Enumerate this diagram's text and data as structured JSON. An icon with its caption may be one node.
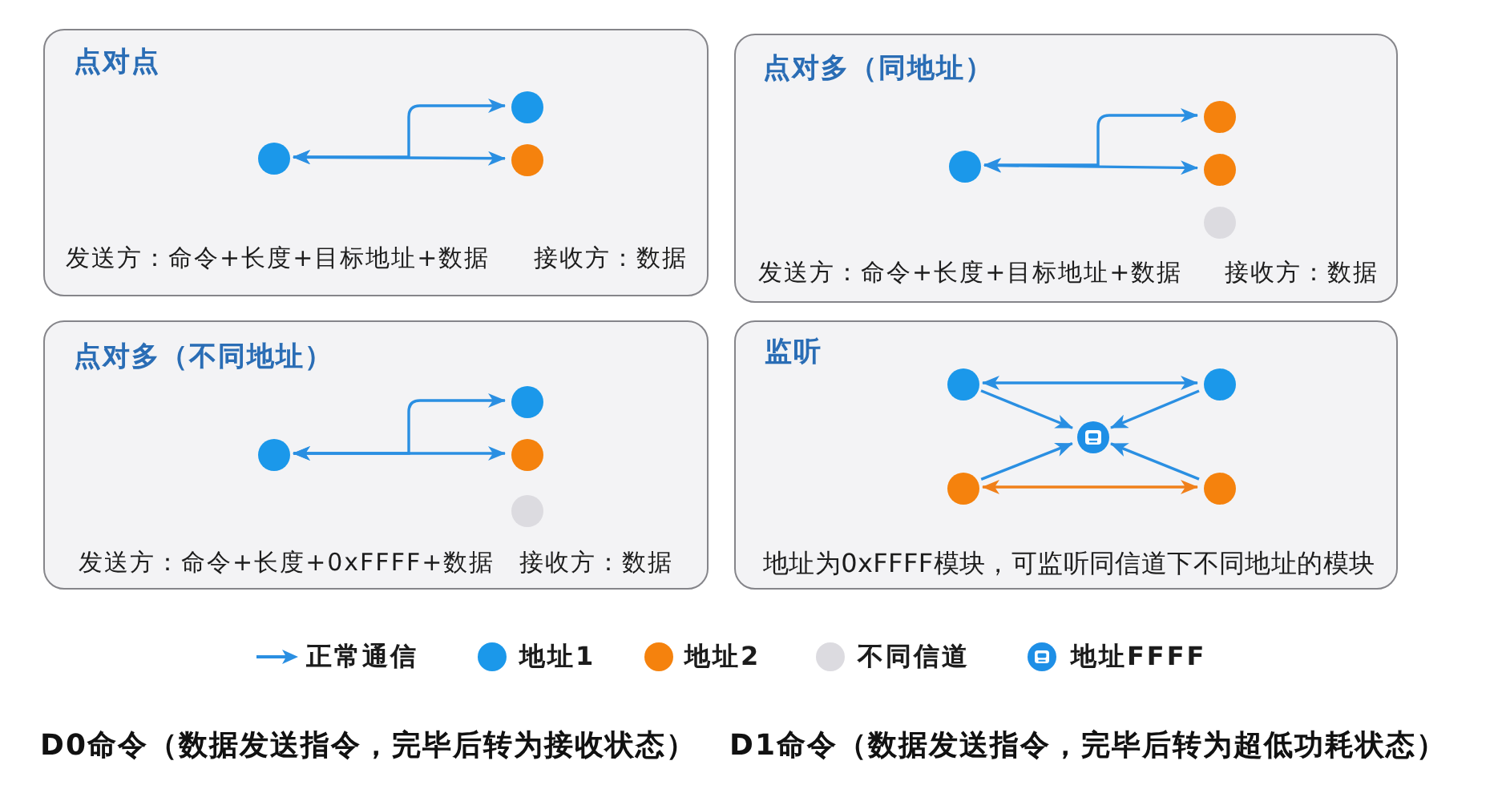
{
  "diagram": {
    "nodes": [
      {
        "text": [
          "点对点",
          "发送方：命令+长度+目标地址+数据",
          "接收方：数据"
        ]
      },
      {
        "text": [],
        "shape": "circle",
        "in": 0
      },
      {
        "text": [],
        "shape": "circle",
        "in": 0
      },
      {
        "text": [],
        "shape": "circle",
        "in": 0
      },
      {
        "text": [
          "点对多（同地址）",
          "发送方：命令+长度+目标地址+数据",
          "接收方：数据"
        ]
      },
      {
        "text": [],
        "shape": "circle",
        "in": 4
      },
      {
        "text": [],
        "shape": "circle",
        "in": 4
      },
      {
        "text": [],
        "shape": "circle",
        "in": 4
      },
      {
        "text": [],
        "shape": "circle",
        "in": 4
      },
      {
        "text": [
          "点对多（不同地址）",
          "发送方：命令+长度+0xFFFF+数据",
          "接收方：数据"
        ]
      },
      {
        "text": [],
        "shape": "circle",
        "in": 9
      },
      {
        "text": [],
        "shape": "circle",
        "in": 9
      },
      {
        "text": [],
        "shape": "circle",
        "in": 9
      },
      {
        "text": [],
        "shape": "circle",
        "in": 9
      },
      {
        "text": [
          "监听",
          "地址为0xFFFF模块，可监听同信道下不同地址的模块"
        ]
      },
      {
        "text": [],
        "shape": "circle",
        "in": 14
      },
      {
        "text": [],
        "shape": "circle",
        "in": 14
      },
      {
        "text": [],
        "shape": "circle",
        "in": 14
      },
      {
        "text": [],
        "shape": "circle",
        "in": 14
      },
      {
        "text": [],
        "shape": "circle",
        "in": 14
      }
    ],
    "edges": [
      {
        "from": 1,
        "to": 2,
        "arrow": "both"
      },
      {
        "from": 1,
        "to": 3,
        "arrow": "both"
      },
      {
        "from": 5,
        "to": 6,
        "arrow": "both"
      },
      {
        "from": 5,
        "to": 7,
        "arrow": "both"
      },
      {
        "from": 10,
        "to": 11,
        "arrow": "both"
      },
      {
        "from": 10,
        "to": 12,
        "arrow": "both"
      },
      {
        "from": 15,
        "to": 16,
        "arrow": "both"
      },
      {
        "from": 18,
        "to": 19,
        "arrow": "both",
        "color": "#f0801a"
      },
      {
        "from": 15,
        "to": 17,
        "arrow": "to"
      },
      {
        "from": 16,
        "to": 17,
        "arrow": "to"
      },
      {
        "from": 18,
        "to": 17,
        "arrow": "to"
      },
      {
        "from": 19,
        "to": 17,
        "arrow": "to"
      }
    ],
    "legend": [
      {
        "text": "正常通信"
      },
      {
        "text": "地址1",
        "color": "#1b98ea"
      },
      {
        "text": "地址2",
        "color": "#f5820d"
      },
      {
        "text": "不同信道",
        "color": "#dcdbe0"
      },
      {
        "text": "地址FFFF"
      }
    ],
    "labels": [
      "D0命令（数据发送指令，完毕后转为接收状态）",
      "D1命令（数据发送指令，完毕后转为超低功耗状态）"
    ]
  }
}
